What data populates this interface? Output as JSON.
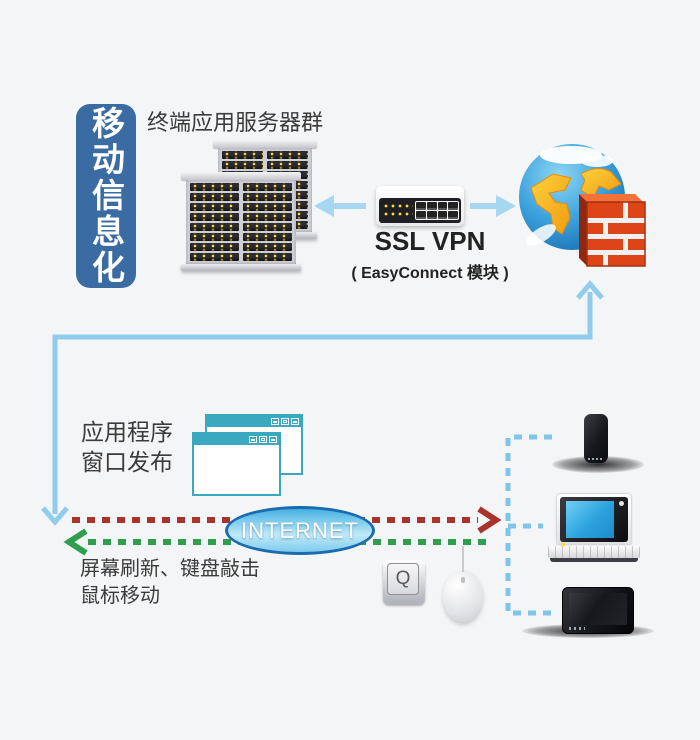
{
  "banner": {
    "text": "移动信息化"
  },
  "server_area": {
    "label": "终端应用服务器群"
  },
  "gateway": {
    "title": "SSL VPN",
    "subtitle": "( EasyConnect 模块 )"
  },
  "publish": {
    "line1": "应用程序",
    "line2": "窗口发布"
  },
  "internet": {
    "label": "INTERNET"
  },
  "feedback": {
    "line1": "屏幕刷新、键盘敲击",
    "line2": "鼠标移动"
  },
  "input_icons": {
    "key_letter": "Q"
  },
  "colors": {
    "banner_blue": "#3a6ba3",
    "arrow_blue": "#a6d7f1",
    "line_blue": "#8fccee",
    "dash_red": "#a8322c",
    "dash_green": "#2f9e4f",
    "device_dash_blue": "#7fc5eb",
    "window_teal": "#3aa9bf",
    "internet_border": "#1a6bb0",
    "globe_blue": "#2b93d4",
    "firewall_red": "#dd4417",
    "led_yellow": "#ffd83a"
  }
}
